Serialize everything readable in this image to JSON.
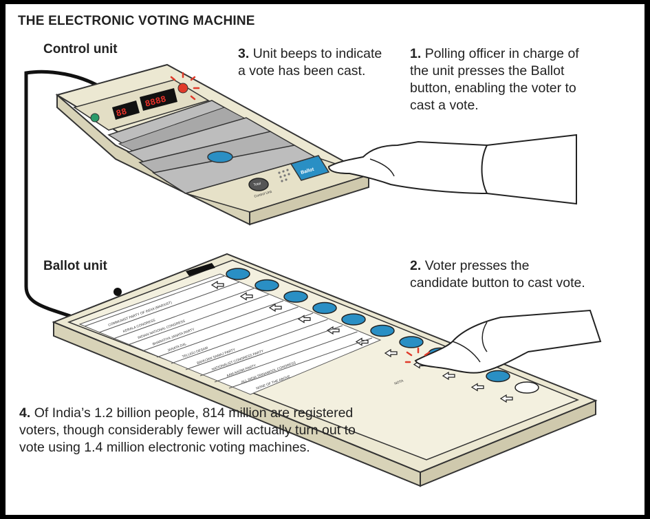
{
  "title": "THE ELECTRONIC VOTING MACHINE",
  "labels": {
    "control_unit": "Control unit",
    "ballot_unit": "Ballot unit"
  },
  "steps": {
    "s3_num": "3.",
    "s3_text": "Unit beeps to indicate a vote has been cast.",
    "s1_num": "1.",
    "s1_text": "Polling officer in charge of the unit presses the Ballot button, enabling the voter to cast a vote.",
    "s2_num": "2.",
    "s2_text": "Voter presses the candidate button to cast vote.",
    "s4_num": "4.",
    "s4_text": "Of India’s 1.2 billion people, 814 million are registered voters, though considerably fewer will actually turn out to vote using 1.4 million electronic voting machines."
  },
  "control_unit": {
    "display_left": "88",
    "display_right": "8888",
    "ballot_button": "Ballot",
    "total_button": "Total",
    "close_label": "Control Unit"
  },
  "ballot_unit": {
    "parties": [
      "COMMUNIST PARTY OF INDIA (MARXIST)",
      "KERALA CONGRESS",
      "INDIAN NATIONAL CONGRESS",
      "BHARATIYA JANATA PARTY",
      "JANATA DAL",
      "TELUGU DESAM",
      "BAHUJAN SAMAJ PARTY",
      "NATIONALIST CONGRESS PARTY",
      "AAM AADMI PARTY",
      "ALL INDIA TRINAMOOL CONGRESS",
      "NONE OF THE ABOVE"
    ],
    "nota_badge": "NOTA"
  },
  "colors": {
    "device_body": "#ece8d2",
    "button_blue": "#2a8fc4",
    "display_red": "#e8322a",
    "beep_red": "#e03a2a"
  }
}
